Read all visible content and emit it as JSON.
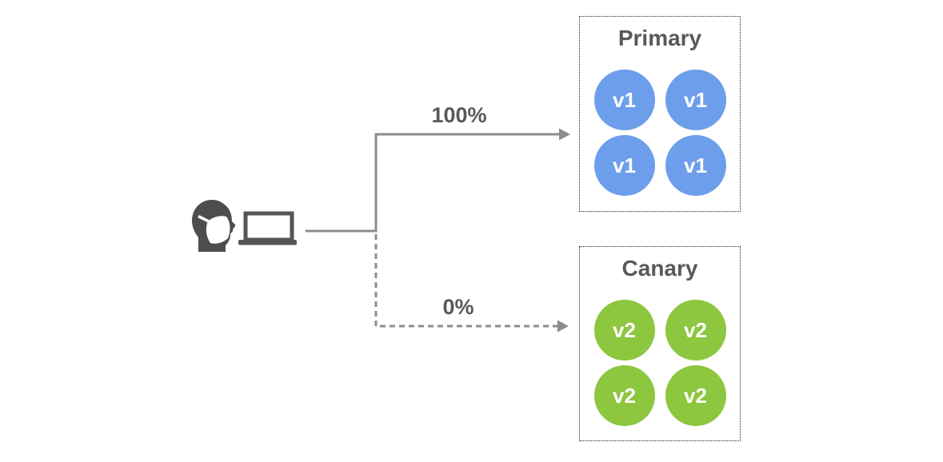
{
  "diagram": {
    "client": {
      "person_icon": "person-wearing-mask",
      "laptop_icon": "laptop"
    },
    "routes": [
      {
        "label": "100%",
        "style": "solid",
        "target": "Primary"
      },
      {
        "label": "0%",
        "style": "dashed",
        "target": "Canary"
      }
    ],
    "groups": [
      {
        "title": "Primary",
        "node_color": "#6D9EEB",
        "nodes": [
          "v1",
          "v1",
          "v1",
          "v1"
        ]
      },
      {
        "title": "Canary",
        "node_color": "#8DC63F",
        "nodes": [
          "v2",
          "v2",
          "v2",
          "v2"
        ]
      }
    ],
    "colors": {
      "line": "#8C8C8C",
      "label_text": "#595959",
      "icon": "#4D4D4D",
      "box_border": "#222222",
      "node_text": "#FFFFFF"
    }
  }
}
